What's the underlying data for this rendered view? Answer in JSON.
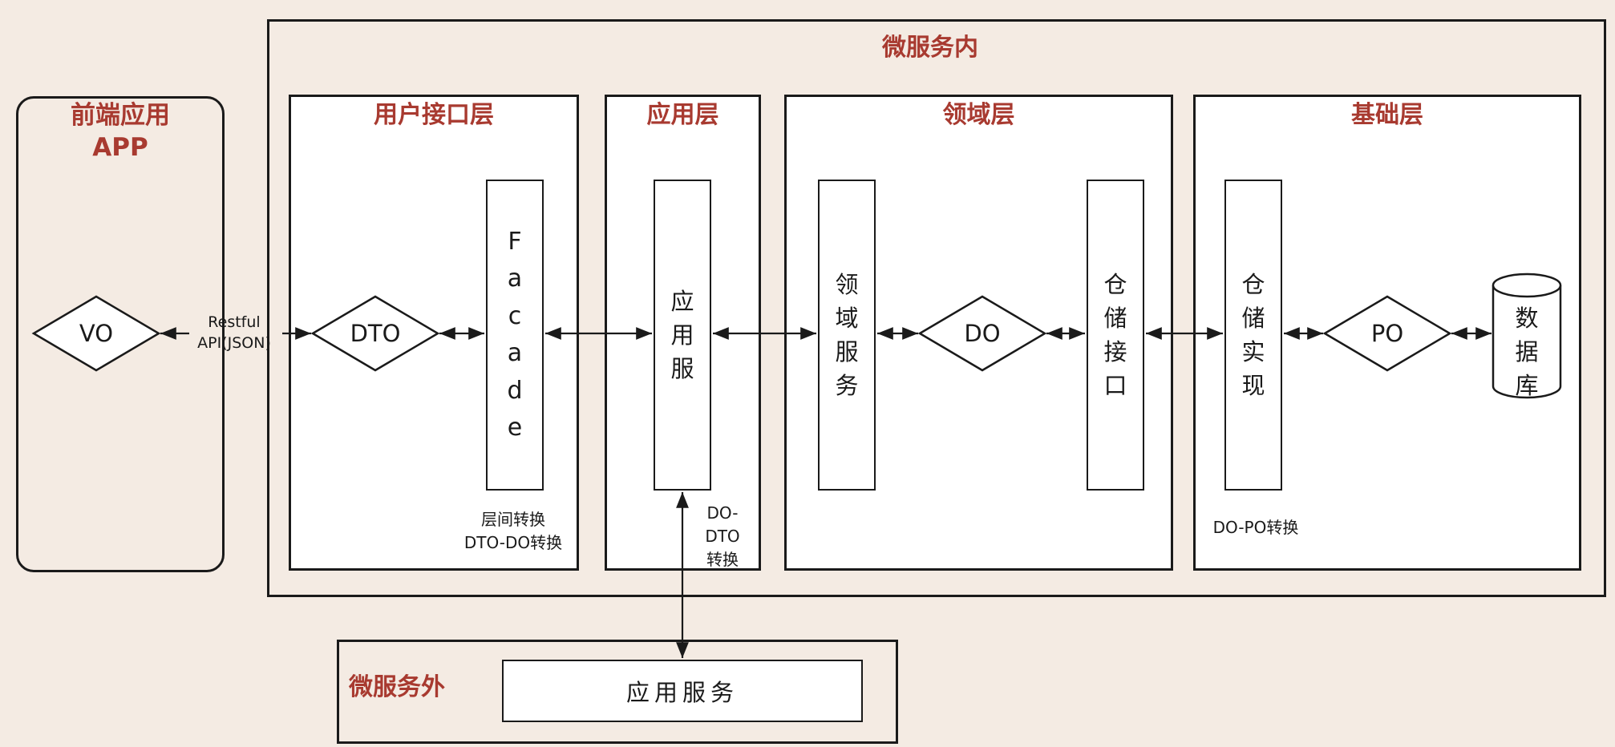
{
  "frontend": {
    "title": "前端应用\nAPP",
    "vo": "VO"
  },
  "api_label": "Restful\nAPI(JSON)",
  "inner": {
    "title": "微服务内",
    "ui_layer": {
      "title": "用户接口层",
      "dto": "DTO",
      "facade": "F\na\nc\na\nd\ne",
      "note": "层间转换\nDTO-DO转换"
    },
    "app_layer": {
      "title": "应用层",
      "service": "应\n用\n服",
      "note": "DO-\nDTO\n转换"
    },
    "domain_layer": {
      "title": "领域层",
      "service": "领\n域\n服\n务",
      "do": "DO",
      "repo": "仓\n储\n接\n口"
    },
    "infra_layer": {
      "title": "基础层",
      "repo_impl": "仓\n储\n实\n现",
      "po": "PO",
      "db": "数\n据\n库",
      "note": "DO-PO转换"
    }
  },
  "outer": {
    "title": "微服务外",
    "service": "应用服务"
  }
}
